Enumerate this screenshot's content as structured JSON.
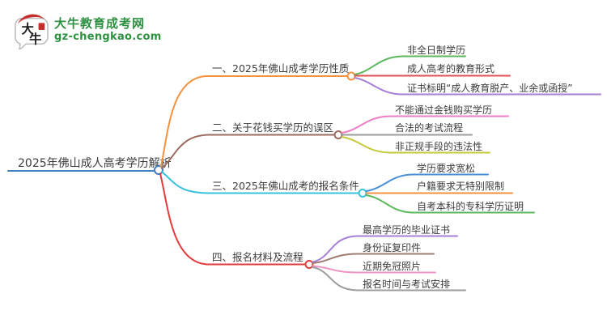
{
  "logo": {
    "title": "大牛教育成考网",
    "subtitle": "gz-chengkao.com",
    "icon": {
      "top_char": "大",
      "bottom_char": "牛"
    },
    "brand_color": "#2e9142",
    "seal_color": "#c5302c"
  },
  "text_color": "#3c3c3c",
  "root": {
    "label": "2025年佛山成人高考学历解析",
    "color": "#3e7fc1"
  },
  "branches": [
    {
      "label": "一、2025年佛山成考学历性质",
      "color": "#f59240",
      "children": [
        {
          "label": "非全日制学历",
          "color": "#5cb85c"
        },
        {
          "label": "成人高考的教育形式",
          "color": "#e05252"
        },
        {
          "label": "证书标明“成人教育脱产、业余或函授”",
          "color": "#a87fd8"
        }
      ]
    },
    {
      "label": "二、关于花钱买学历的误区",
      "color": "#9c6b5f",
      "children": [
        {
          "label": "不能通过金钱购买学历",
          "color": "#ef7ec4"
        },
        {
          "label": "合法的考试流程",
          "color": "#9c9c9c"
        },
        {
          "label": "非正规手段的违法性",
          "color": "#c5c93e"
        }
      ]
    },
    {
      "label": "三、2025年佛山成考的报名条件",
      "color": "#36c3dc",
      "children": [
        {
          "label": "学历要求宽松",
          "color": "#4a90d9"
        },
        {
          "label": "户籍要求无特别限制",
          "color": "#f59240"
        },
        {
          "label": "自考本科的专科学历证明",
          "color": "#5cb85c"
        }
      ]
    },
    {
      "label": "四、报名材料及流程",
      "color": "#e03c3c",
      "children": [
        {
          "label": "最高学历的毕业证书",
          "color": "#a87fd8"
        },
        {
          "label": "身份证复印件",
          "color": "#a07d70"
        },
        {
          "label": "近期免冠照片",
          "color": "#ef93c4"
        },
        {
          "label": "报名时间与考试安排",
          "color": "#9c9c9c"
        }
      ]
    }
  ]
}
